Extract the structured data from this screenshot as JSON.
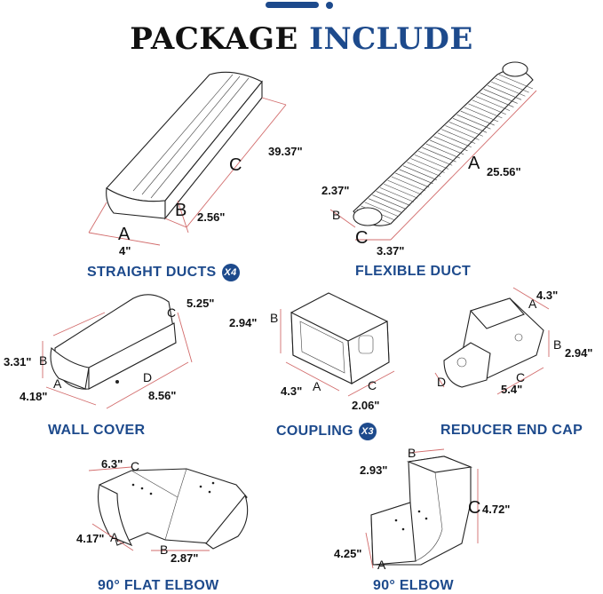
{
  "header": {
    "title_part1": "PACKAGE",
    "title_part2": "INCLUDE"
  },
  "colors": {
    "accent": "#1d4a8c",
    "dimension_lines": "#d26c6c",
    "outline": "#222222"
  },
  "items": {
    "straight_ducts": {
      "caption": "STRAIGHT DUCTS",
      "quantity": "X4",
      "labels": {
        "a": "A",
        "b": "B",
        "c": "C"
      },
      "dims": {
        "a": "4\"",
        "b": "2.56\"",
        "c": "39.37\""
      }
    },
    "flexible_duct": {
      "caption": "FLEXIBLE DUCT",
      "labels": {
        "a": "A",
        "b": "B",
        "c": "C"
      },
      "dims": {
        "a": "25.56\"",
        "b": "2.37\"",
        "c": "3.37\""
      }
    },
    "wall_cover": {
      "caption": "WALL COVER",
      "labels": {
        "a": "A",
        "b": "B",
        "c": "C",
        "d": "D"
      },
      "dims": {
        "a": "4.18\"",
        "b": "3.31\"",
        "c": "5.25\"",
        "d": "8.56\""
      }
    },
    "coupling": {
      "caption": "COUPLING",
      "quantity": "X3",
      "labels": {
        "a": "A",
        "b": "B",
        "c": "C"
      },
      "dims": {
        "a": "4.3\"",
        "b": "2.94\"",
        "c": "2.06\""
      }
    },
    "reducer_end_cap": {
      "caption": "REDUCER END CAP",
      "labels": {
        "a": "A",
        "b": "B",
        "c": "C",
        "d": "D"
      },
      "dims": {
        "a": "4.3\"",
        "b": "2.94\"",
        "c": "5.4\""
      }
    },
    "flat_elbow": {
      "caption": "90° FLAT ELBOW",
      "labels": {
        "a": "A",
        "b": "B",
        "c": "C"
      },
      "dims": {
        "a": "4.17\"",
        "b": "2.87\"",
        "c": "6.3\""
      }
    },
    "elbow": {
      "caption": "90° ELBOW",
      "labels": {
        "a": "A",
        "b": "B",
        "c": "C"
      },
      "dims": {
        "a": "4.25\"",
        "b": "2.93\"",
        "c": "4.72\""
      }
    }
  }
}
